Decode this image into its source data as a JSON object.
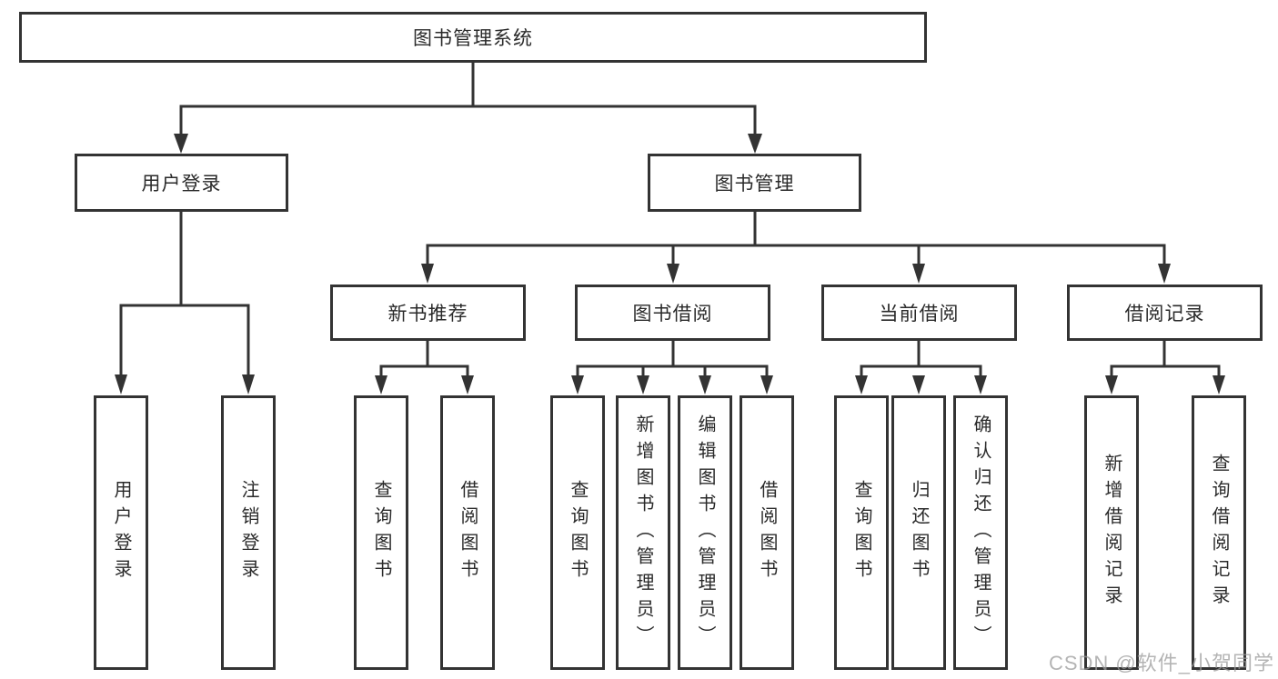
{
  "colors": {
    "line": "#333333",
    "box_border": "#333333",
    "box_fill": "#ffffff",
    "text": "#2a2a2a",
    "watermark": "#9b9b9b"
  },
  "watermark": {
    "text": "CSDN @软件_小贺同学"
  },
  "tree": {
    "label": "图书管理系统",
    "children": [
      {
        "label": "用户登录",
        "children": [
          {
            "label": "用户登录"
          },
          {
            "label": "注销登录"
          }
        ]
      },
      {
        "label": "图书管理",
        "children": [
          {
            "label": "新书推荐",
            "children": [
              {
                "label": "查询图书"
              },
              {
                "label": "借阅图书"
              }
            ]
          },
          {
            "label": "图书借阅",
            "children": [
              {
                "label": "查询图书"
              },
              {
                "label": "新增图书（管理员）"
              },
              {
                "label": "编辑图书（管理员）"
              },
              {
                "label": "借阅图书"
              }
            ]
          },
          {
            "label": "当前借阅",
            "children": [
              {
                "label": "查询图书"
              },
              {
                "label": "归还图书"
              },
              {
                "label": "确认归还（管理员）"
              }
            ]
          },
          {
            "label": "借阅记录",
            "children": [
              {
                "label": "新增借阅记录"
              },
              {
                "label": "查询借阅记录"
              }
            ]
          }
        ]
      }
    ]
  }
}
